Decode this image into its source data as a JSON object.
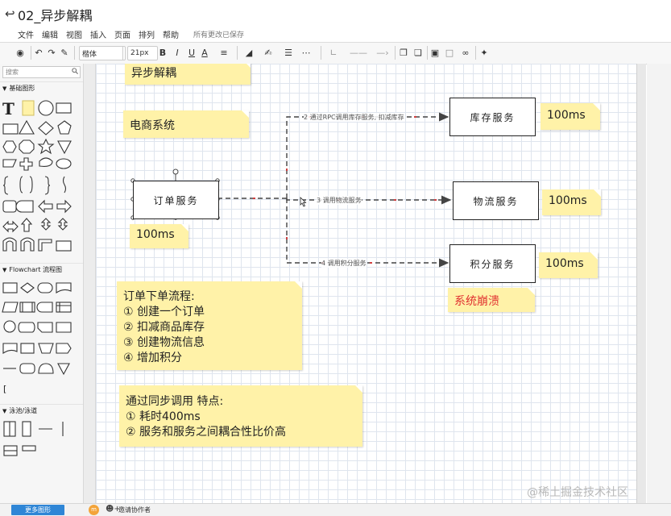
{
  "title": "02_异步解耦",
  "menu": [
    "文件",
    "编辑",
    "视图",
    "插入",
    "页面",
    "排列",
    "帮助"
  ],
  "saved_status": "所有更改已保存",
  "toolbar": {
    "font_family": "楷体",
    "font_size": "21px",
    "bold": "B",
    "italic": "I",
    "underline": "U",
    "font_color": "A"
  },
  "sidebar": {
    "search_placeholder": "搜索",
    "sections": [
      "基础图形",
      "Flowchart 流程图",
      "泳池/泳道"
    ],
    "text_tool": "T",
    "misc_tool": "["
  },
  "canvas": {
    "notes": {
      "heading": "异步解耦",
      "system": "电商系统",
      "order_time": "100ms",
      "stock_time": "100ms",
      "logistics_time": "100ms",
      "points_time": "100ms",
      "crash": "系统崩溃",
      "flow_title": "订单下单流程:",
      "flow_steps": [
        "① 创建一个订单",
        "② 扣减商品库存",
        "③ 创建物流信息",
        "④ 增加积分"
      ],
      "sync_title": "通过同步调用 特点:",
      "sync_points": [
        "① 耗时400ms",
        "② 服务和服务之间耦合性比价高"
      ]
    },
    "boxes": {
      "order": "订单服务",
      "stock": "库存服务",
      "logistics": "物流服务",
      "points": "积分服务"
    },
    "edges": {
      "stock": "2 通过RPC调用库存服务, 扣减库存",
      "logistics": "3 调用物流服务",
      "points": "4 调用积分服务"
    },
    "colors": {
      "note": "#fff2a8",
      "edge": "#444444",
      "edge_accent": "#d04040",
      "crash": "#e03030",
      "grid": "#dfe5ee"
    }
  },
  "bottom": {
    "more_shapes": "更多图形",
    "avatar_letter": "m",
    "invite": "邀请协作者"
  },
  "watermark": "@稀土掘金技术社区"
}
